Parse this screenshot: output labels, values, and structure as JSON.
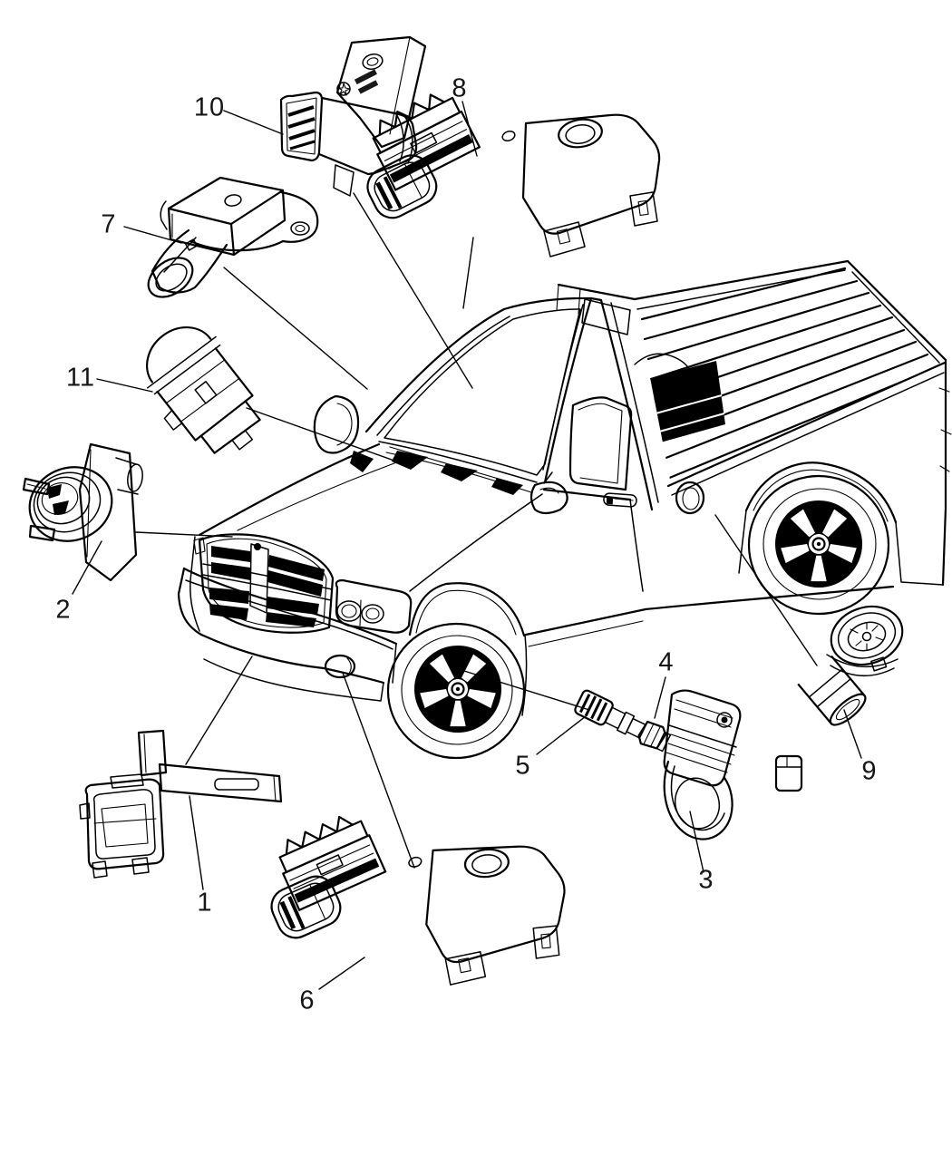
{
  "colors": {
    "background": "#ffffff",
    "line_art": "#000000",
    "callout_text": "#161616"
  },
  "callouts": [
    {
      "label": "1"
    },
    {
      "label": "2"
    },
    {
      "label": "3"
    },
    {
      "label": "4"
    },
    {
      "label": "5"
    },
    {
      "label": "6"
    },
    {
      "label": "7"
    },
    {
      "label": "8"
    },
    {
      "label": "9"
    },
    {
      "label": "10"
    },
    {
      "label": "11"
    }
  ]
}
